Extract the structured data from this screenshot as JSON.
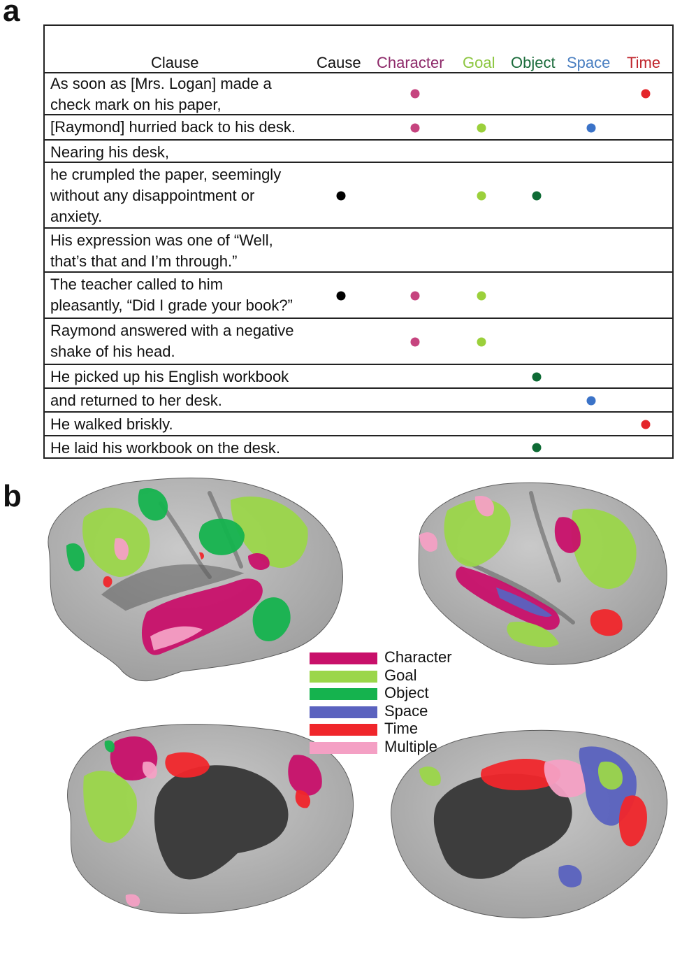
{
  "panels": {
    "a": "a",
    "b": "b"
  },
  "table": {
    "header": {
      "clause": "Clause",
      "columns": [
        {
          "key": "cause",
          "label": "Cause",
          "color": "#111111"
        },
        {
          "key": "character",
          "label": "Character",
          "color": "#8e2a6a"
        },
        {
          "key": "goal",
          "label": "Goal",
          "color": "#8cc63f"
        },
        {
          "key": "object",
          "label": "Object",
          "color": "#1a6b3a"
        },
        {
          "key": "space",
          "label": "Space",
          "color": "#4a7fc1"
        },
        {
          "key": "time",
          "label": "Time",
          "color": "#c0262d"
        }
      ]
    },
    "dot_colors": {
      "cause": "#000000",
      "character": "#c6447f",
      "goal": "#9bd03b",
      "object": "#0e6b35",
      "space": "#3b73c8",
      "time": "#e4262b"
    },
    "rows": [
      {
        "clause": "As soon as [Mrs. Logan] made a\ncheck mark on his paper,",
        "marks": [
          "character",
          "time"
        ]
      },
      {
        "clause": "[Raymond] hurried back to his desk.",
        "marks": [
          "character",
          "goal",
          "space"
        ]
      },
      {
        "clause": "Nearing his desk,",
        "marks": []
      },
      {
        "clause": "he crumpled the paper, seemingly\nwithout any disappointment or\nanxiety.",
        "marks": [
          "cause",
          "goal",
          "object"
        ]
      },
      {
        "clause": "His expression was one of “Well,\nthat’s that and I’m through.”",
        "marks": []
      },
      {
        "clause": "The teacher called to him\npleasantly, “Did I grade your book?”",
        "marks": [
          "cause",
          "character",
          "goal"
        ]
      },
      {
        "clause": "Raymond answered with a negative\nshake of his head.",
        "marks": [
          "character",
          "goal"
        ]
      },
      {
        "clause": "He picked up his English workbook",
        "marks": [
          "object"
        ]
      },
      {
        "clause": "and returned to her desk.",
        "marks": [
          "space"
        ]
      },
      {
        "clause": "He walked briskly.",
        "marks": [
          "time"
        ]
      },
      {
        "clause": "He laid his workbook on the desk.",
        "marks": [
          "object"
        ]
      }
    ]
  },
  "legend": {
    "items": [
      {
        "label": "Character",
        "color": "#c8106a"
      },
      {
        "label": "Goal",
        "color": "#9bd64a"
      },
      {
        "label": "Object",
        "color": "#15b34e"
      },
      {
        "label": "Space",
        "color": "#5a62bf"
      },
      {
        "label": "Time",
        "color": "#f0262b"
      },
      {
        "label": "Multiple",
        "color": "#f4a0c4"
      }
    ]
  },
  "brain_colors": {
    "surface": "#9d9d9d",
    "surface_light": "#c9c9c9",
    "surface_dark": "#5c5c5c",
    "medial_wall": "#3d3d3d"
  }
}
